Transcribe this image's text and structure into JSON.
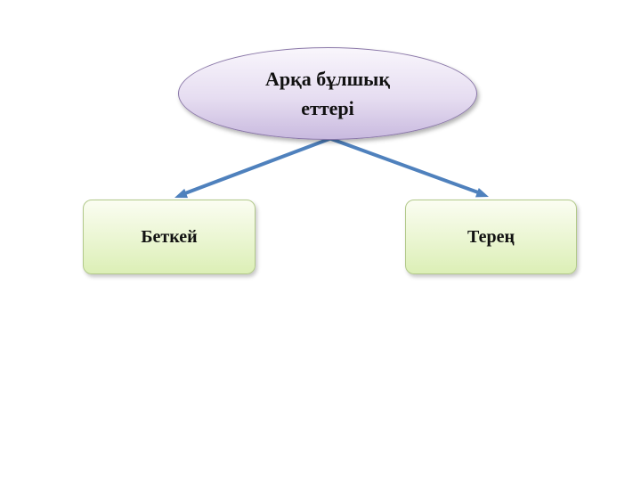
{
  "diagram": {
    "root": {
      "label": "Арқа бұлшық еттері"
    },
    "children": [
      {
        "label": "Беткей"
      },
      {
        "label": "Терең"
      }
    ]
  },
  "colors": {
    "background": "#ffffff",
    "text": "#111111",
    "ellipse_fill_top": "#f9f6fc",
    "ellipse_fill_bottom": "#c9badf",
    "ellipse_border": "#8a77a8",
    "box_fill_top": "#fbfdf2",
    "box_fill_bottom": "#dcefb6",
    "box_border": "#b2c98a",
    "arrow": "#4f81bd"
  }
}
